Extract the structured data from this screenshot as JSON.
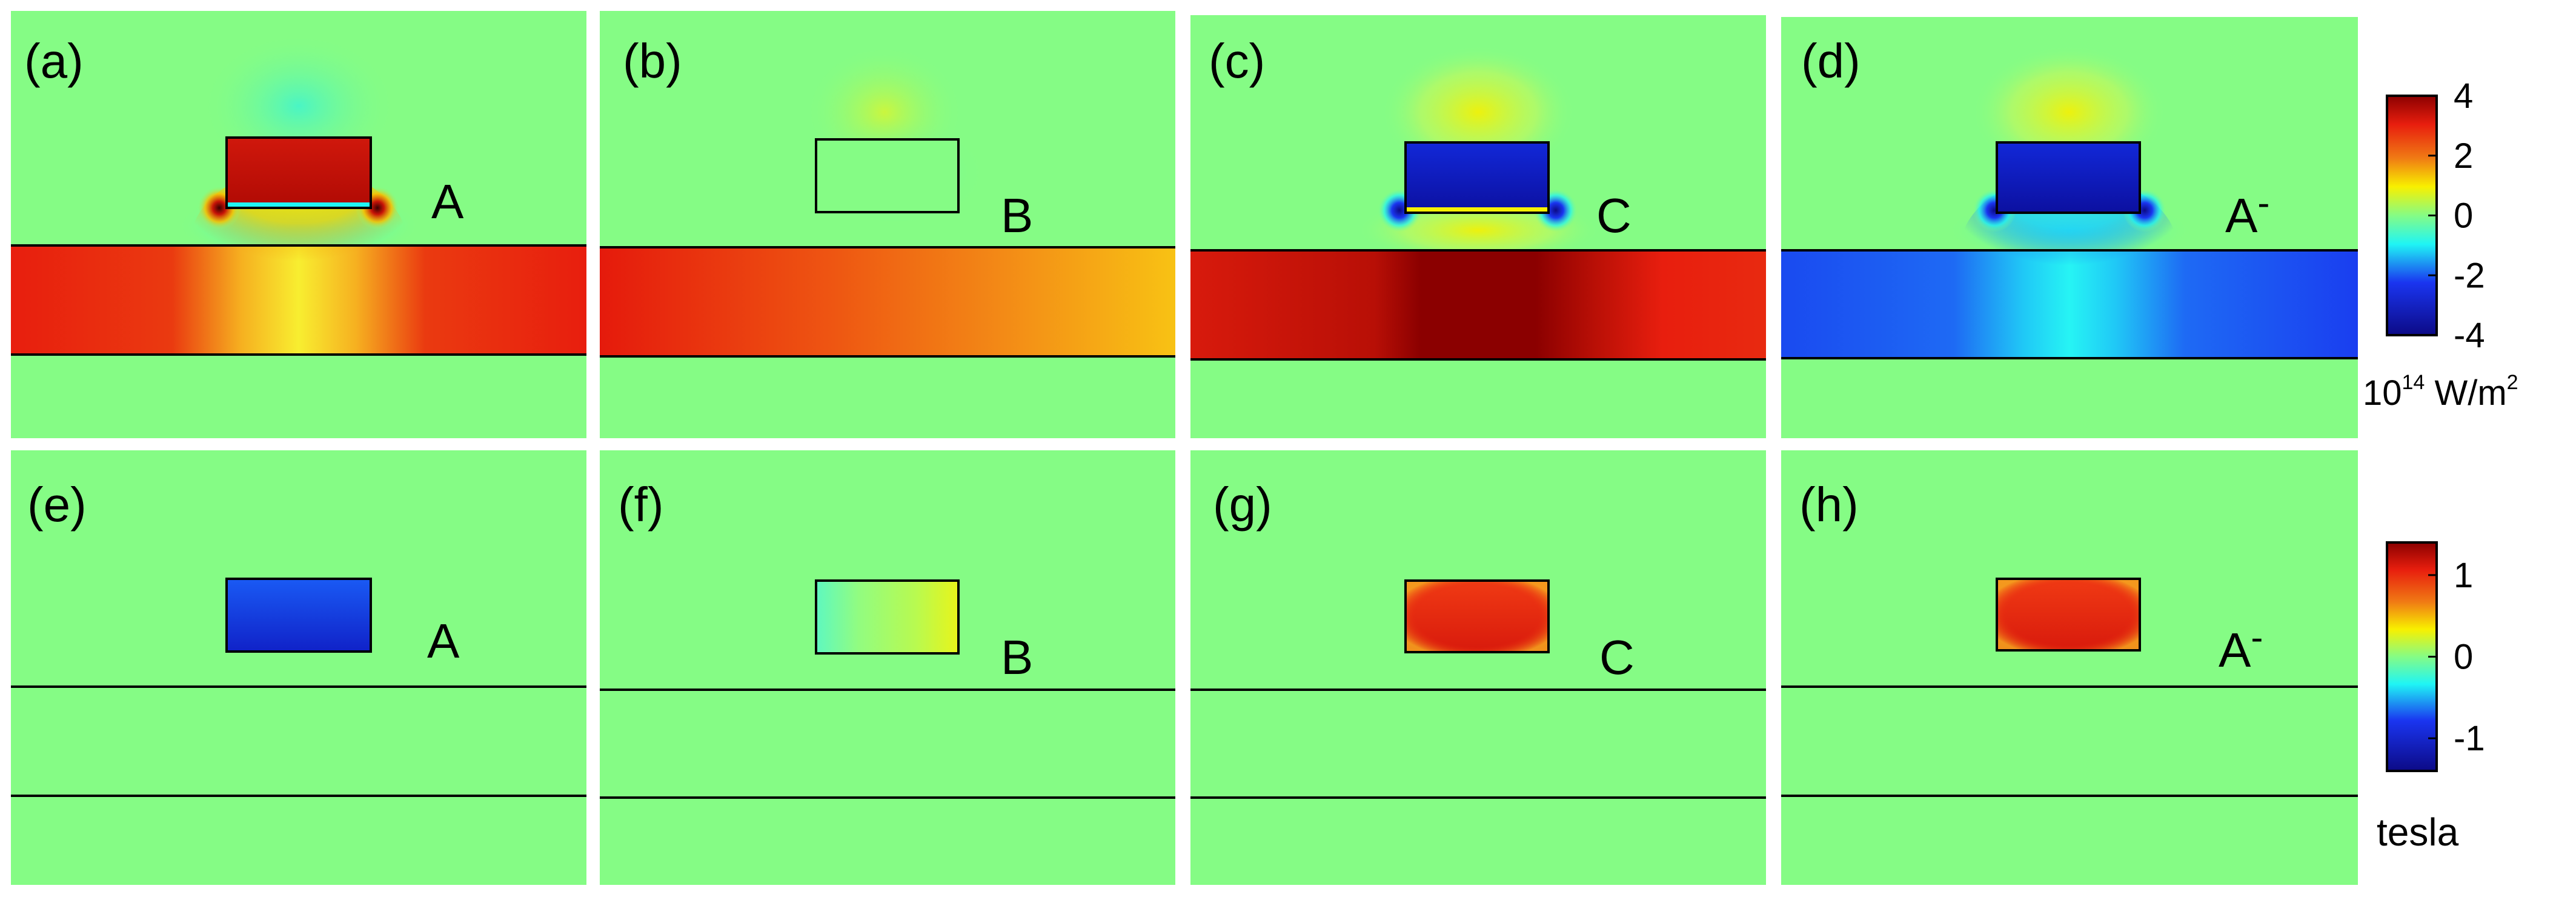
{
  "colors": {
    "background": "#85fc85",
    "outline": "#000000",
    "deep_red": "#8b0000",
    "red": "#e81e0e",
    "orange": "#f07a14",
    "yellow": "#f8f000",
    "cyan": "#1ff5f5",
    "blue": "#1a35f0",
    "deep_blue": "#0c0a86"
  },
  "panels": [
    {
      "label": "(a)",
      "mode": "A"
    },
    {
      "label": "(b)",
      "mode": "B"
    },
    {
      "label": "(c)",
      "mode": "C"
    },
    {
      "label": "(d)",
      "mode": "A",
      "mode_sup": "-"
    },
    {
      "label": "(e)",
      "mode": "A"
    },
    {
      "label": "(f)",
      "mode": "B"
    },
    {
      "label": "(g)",
      "mode": "C"
    },
    {
      "label": "(h)",
      "mode": "A",
      "mode_sup": "-"
    }
  ],
  "colorbars": [
    {
      "ticks": [
        {
          "label": "4",
          "value": 4
        },
        {
          "label": "2",
          "value": 2
        },
        {
          "label": "0",
          "value": 0
        },
        {
          "label": "-2",
          "value": -2
        },
        {
          "label": "-4",
          "value": -4
        }
      ],
      "range": [
        -4,
        4
      ],
      "unit_prefix": "10",
      "unit_exp": "14",
      "unit_main": " W/m",
      "unit_sup": "2"
    },
    {
      "ticks": [
        {
          "label": "1",
          "value": 1
        },
        {
          "label": "0",
          "value": 0
        },
        {
          "label": "-1",
          "value": -1
        }
      ],
      "range": [
        -1.4,
        1.4
      ],
      "unit": "tesla"
    }
  ]
}
